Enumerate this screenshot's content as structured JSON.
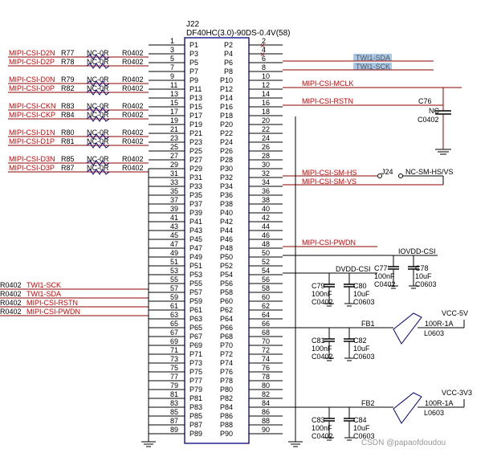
{
  "connector": {
    "ref": "J22",
    "part": "DF40HC(3.0)-90DS-0.4V(58)",
    "odd_pins": [
      1,
      3,
      5,
      7,
      9,
      11,
      13,
      15,
      17,
      19,
      21,
      23,
      25,
      27,
      29,
      31,
      33,
      35,
      37,
      39,
      41,
      43,
      45,
      47,
      49,
      51,
      53,
      55,
      57,
      59,
      61,
      63,
      65,
      67,
      69,
      71,
      73,
      75,
      77,
      79,
      81,
      83,
      85,
      87,
      89
    ],
    "even_pins": [
      2,
      4,
      6,
      8,
      10,
      12,
      14,
      16,
      18,
      20,
      22,
      24,
      26,
      28,
      30,
      32,
      34,
      36,
      38,
      40,
      42,
      44,
      46,
      48,
      50,
      52,
      54,
      56,
      58,
      60,
      62,
      64,
      66,
      68,
      70,
      72,
      74,
      76,
      78,
      80,
      82,
      84,
      86,
      88,
      90
    ],
    "odd_pin_names": [
      "P1",
      "P3",
      "P5",
      "P7",
      "P9",
      "P11",
      "P13",
      "P15",
      "P17",
      "P19",
      "P21",
      "P23",
      "P25",
      "P27",
      "P29",
      "P31",
      "P33",
      "P35",
      "P37",
      "P39",
      "P41",
      "P43",
      "P45",
      "P47",
      "P49",
      "P51",
      "P53",
      "P55",
      "P57",
      "P59",
      "P61",
      "P63",
      "P65",
      "P67",
      "P69",
      "P71",
      "P73",
      "P75",
      "P77",
      "P79",
      "P81",
      "P83",
      "P85",
      "P87",
      "P89"
    ],
    "even_pin_names": [
      "P2",
      "P4",
      "P6",
      "P8",
      "P10",
      "P12",
      "P14",
      "P16",
      "P18",
      "P20",
      "P22",
      "P24",
      "P26",
      "P28",
      "P30",
      "P32",
      "P34",
      "P36",
      "P38",
      "P40",
      "P42",
      "P44",
      "P46",
      "P48",
      "P50",
      "P52",
      "P54",
      "P56",
      "P58",
      "P60",
      "P62",
      "P64",
      "P66",
      "P68",
      "P70",
      "P72",
      "P74",
      "P76",
      "P78",
      "P80",
      "P82",
      "P84",
      "P86",
      "P88",
      "P90"
    ]
  },
  "left_nets": [
    {
      "net": "MIPI-CSI-D2N",
      "ref": "R77",
      "val": "NC-0R",
      "pkg": "R0402",
      "pin": 3
    },
    {
      "net": "MIPI-CSI-D2P",
      "ref": "R78",
      "val": "NC-0R",
      "pkg": "R0402",
      "pin": 5
    },
    {
      "net": "MIPI-CSI-D0N",
      "ref": "R79",
      "val": "NC-0R",
      "pkg": "R0402",
      "pin": 9
    },
    {
      "net": "MIPI-CSI-D0P",
      "ref": "R82",
      "val": "NC-0R",
      "pkg": "R0402",
      "pin": 11
    },
    {
      "net": "MIPI-CSI-CKN",
      "ref": "R83",
      "val": "NC-0R",
      "pkg": "R0402",
      "pin": 15
    },
    {
      "net": "MIPI-CSI-CKP",
      "ref": "R84",
      "val": "NC-0R",
      "pkg": "R0402",
      "pin": 17
    },
    {
      "net": "MIPI-CSI-D1N",
      "ref": "R80",
      "val": "NC-0R",
      "pkg": "R0402",
      "pin": 21
    },
    {
      "net": "MIPI-CSI-D1P",
      "ref": "R81",
      "val": "NC-0R",
      "pkg": "R0402",
      "pin": 23
    },
    {
      "net": "MIPI-CSI-D3N",
      "ref": "R85",
      "val": "NC-0R",
      "pkg": "R0402",
      "pin": 27
    },
    {
      "net": "MIPI-CSI-D3P",
      "ref": "R87",
      "val": "NC-0R",
      "pkg": "R0402",
      "pin": 29
    }
  ],
  "left_lower_nets": [
    {
      "pkg": "R0402",
      "net": "TWI1-SCK"
    },
    {
      "pkg": "R0402",
      "net": "TWI1-SDA"
    },
    {
      "pkg": "R0402",
      "net": "MIPI-CSI-RSTN"
    },
    {
      "pkg": "R0402",
      "net": "MIPI-CSI-PWDN"
    }
  ],
  "right_nets": {
    "twi_sda": "TWI1-SDA",
    "twi_sck": "TWI1-SCK",
    "mclk": "MIPI-CSI-MCLK",
    "rstn": "MIPI-CSI-RSTN",
    "sm_hs": "MIPI-CSI-SM-HS",
    "sm_vs": "MIPI-CSI-SM-VS",
    "pwdn": "MIPI-CSI-PWDN",
    "j24": "J24",
    "nc_sm": "NC-SM-HS/VS",
    "iovdd": "IOVDD-CSI",
    "dvdd": "DVDD-CSI",
    "vcc5": "VCC-5V",
    "vcc33": "VCC-3V3"
  },
  "components": {
    "c76": {
      "ref": "C76",
      "val": "NC",
      "pkg": "C0402"
    },
    "c77": {
      "ref": "C77",
      "val": "100nF",
      "pkg": "C0402"
    },
    "c78": {
      "ref": "C78",
      "val": "10uF",
      "pkg": "C0603"
    },
    "c79": {
      "ref": "C79",
      "val": "100nF",
      "pkg": "C0402"
    },
    "c80": {
      "ref": "C80",
      "val": "10uF",
      "pkg": "C0603"
    },
    "c81": {
      "ref": "C81",
      "val": "100nF",
      "pkg": "C0402"
    },
    "c82": {
      "ref": "C82",
      "val": "10uF",
      "pkg": "C0603"
    },
    "c83": {
      "ref": "C83",
      "val": "100nF",
      "pkg": "C0402"
    },
    "c84": {
      "ref": "C84",
      "val": "10uF",
      "pkg": "C0603"
    },
    "fb1": {
      "ref": "FB1",
      "val": "100R-1A",
      "pkg": "L0603"
    },
    "fb2": {
      "ref": "FB2",
      "val": "100R-1A",
      "pkg": "L0603"
    }
  },
  "watermark": "CSDN @papaofdoudou",
  "colors": {
    "net": "#d40000",
    "wire": "#8b0000",
    "body": "#000080",
    "text": "#000000",
    "highlight": "#a8c8e8"
  }
}
